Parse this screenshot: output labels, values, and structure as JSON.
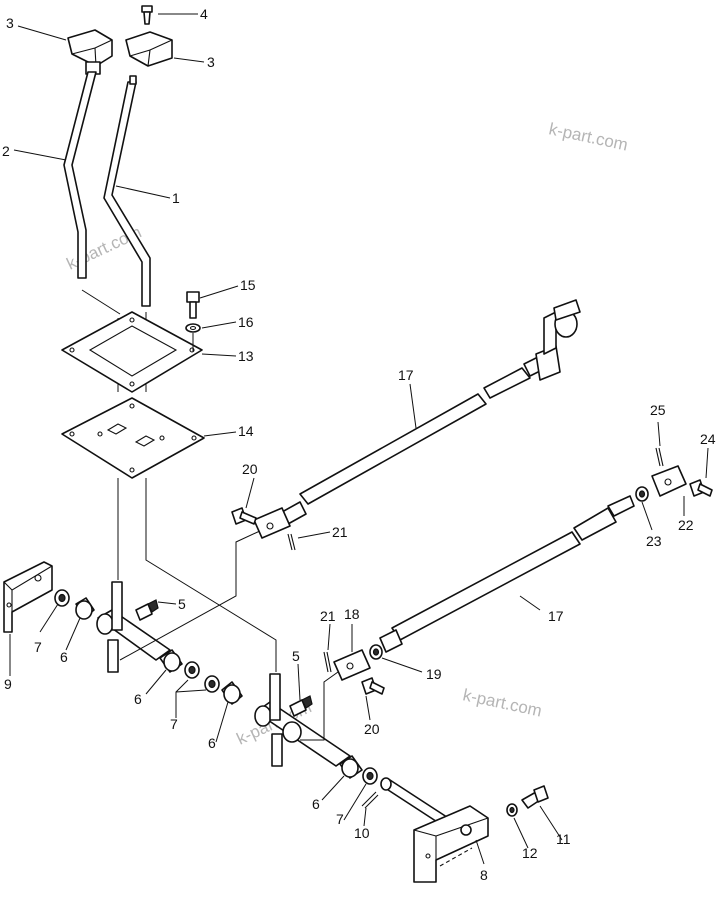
{
  "callouts": {
    "c1": "1",
    "c2": "2",
    "c3a": "3",
    "c3b": "3",
    "c4": "4",
    "c5a": "5",
    "c5b": "5",
    "c6a": "6",
    "c6b": "6",
    "c6c": "6",
    "c6d": "6",
    "c7a": "7",
    "c7b": "7",
    "c7c": "7",
    "c8": "8",
    "c9": "9",
    "c10": "10",
    "c11": "11",
    "c12": "12",
    "c13": "13",
    "c14": "14",
    "c15": "15",
    "c16": "16",
    "c17a": "17",
    "c17b": "17",
    "c18": "18",
    "c19": "19",
    "c20a": "20",
    "c20b": "20",
    "c21a": "21",
    "c21b": "21",
    "c22": "22",
    "c23": "23",
    "c24": "24",
    "c25": "25"
  },
  "watermark": "k-part.com"
}
